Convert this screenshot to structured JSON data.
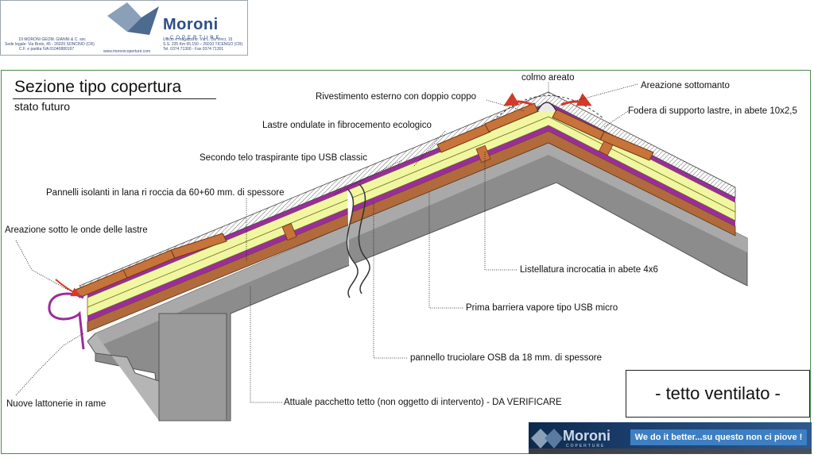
{
  "header": {
    "company_left": [
      "DI MORONI GEOM. GIANNI & C. snc",
      "Sede legale: Via Brolo, 45 - 26029 SONCINO (CR)",
      "C.F. e partita IVA 01040880197"
    ],
    "company_right": [
      "Ufficio e magazzino: Via L. Da Vinci, 15",
      "S.S. 235 Km 65.150 – 26010 TICENGO (CR)",
      "Tel. 0374 71300 - Fax 0374 71301"
    ],
    "website": "www.moronicoperture.com",
    "brand": "Moroni",
    "brand_sub": "COPERTURE"
  },
  "title": "Sezione tipo copertura",
  "subtitle": "stato futuro",
  "labels": {
    "colmo": "colmo areato",
    "areazione_sottomanto": "Areazione sottomanto",
    "rivestimento": "Rivestimento esterno con doppio coppo",
    "fodera": "Fodera di supporto lastre, in abete 10x2,5",
    "lastre": "Lastre ondulate in fibrocemento ecologico",
    "secondo_telo": "Secondo telo traspirante tipo USB classic",
    "pannelli": "Pannelli isolanti in lana ri roccia da 60+60 mm. di spessore",
    "areazione_onde": "Areazione sotto le onde delle lastre",
    "listellatura": "Listellatura incrocatia in abete 4x6",
    "barriera": "Prima barriera vapore tipo USB micro",
    "osb": "pannello truciolare OSB da 18 mm. di spessore",
    "lattonerie": "Nuove lattonerie in rame",
    "pacchetto": "Attuale pacchetto tetto (non oggetto di intervento) - DA VERIFICARE"
  },
  "tag": "- tetto ventilato -",
  "footer": {
    "brand": "Moroni",
    "brand_sub": "COPERTURE",
    "slogan": "We do it better...su questo non ci piove !"
  },
  "colors": {
    "insulation": "#f0f7a0",
    "tile": "#c8733a",
    "membrane": "#9b2d9b",
    "osb": "#b06a3c",
    "concrete": "#8a8a8a",
    "arrow": "#d23a2a",
    "frame": "#4f8a4f"
  }
}
